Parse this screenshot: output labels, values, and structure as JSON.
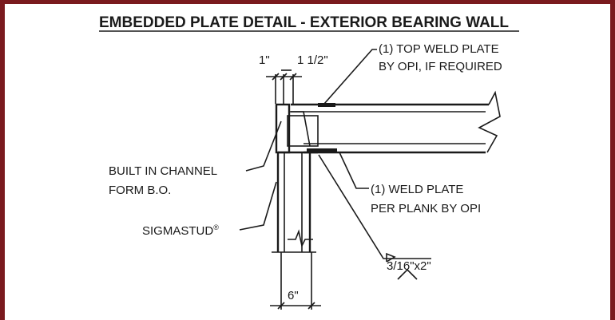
{
  "title": "EMBEDDED PLATE DETAIL - EXTERIOR BEARING WALL",
  "dims": {
    "left": "1\"",
    "right": "1 1/2\"",
    "bottom": "6\""
  },
  "callouts": {
    "top_plate_line1": "(1) TOP WELD PLATE",
    "top_plate_line2": "BY OPI, IF REQUIRED",
    "channel_line1": "BUILT IN CHANNEL",
    "channel_line2": "FORM B.O.",
    "weld_plate_line1": "(1) WELD PLATE",
    "weld_plate_line2": "PER PLANK BY OPI",
    "stud": "SIGMASTUD",
    "stud_mark": "®",
    "weld": "3/16\"x2\""
  }
}
